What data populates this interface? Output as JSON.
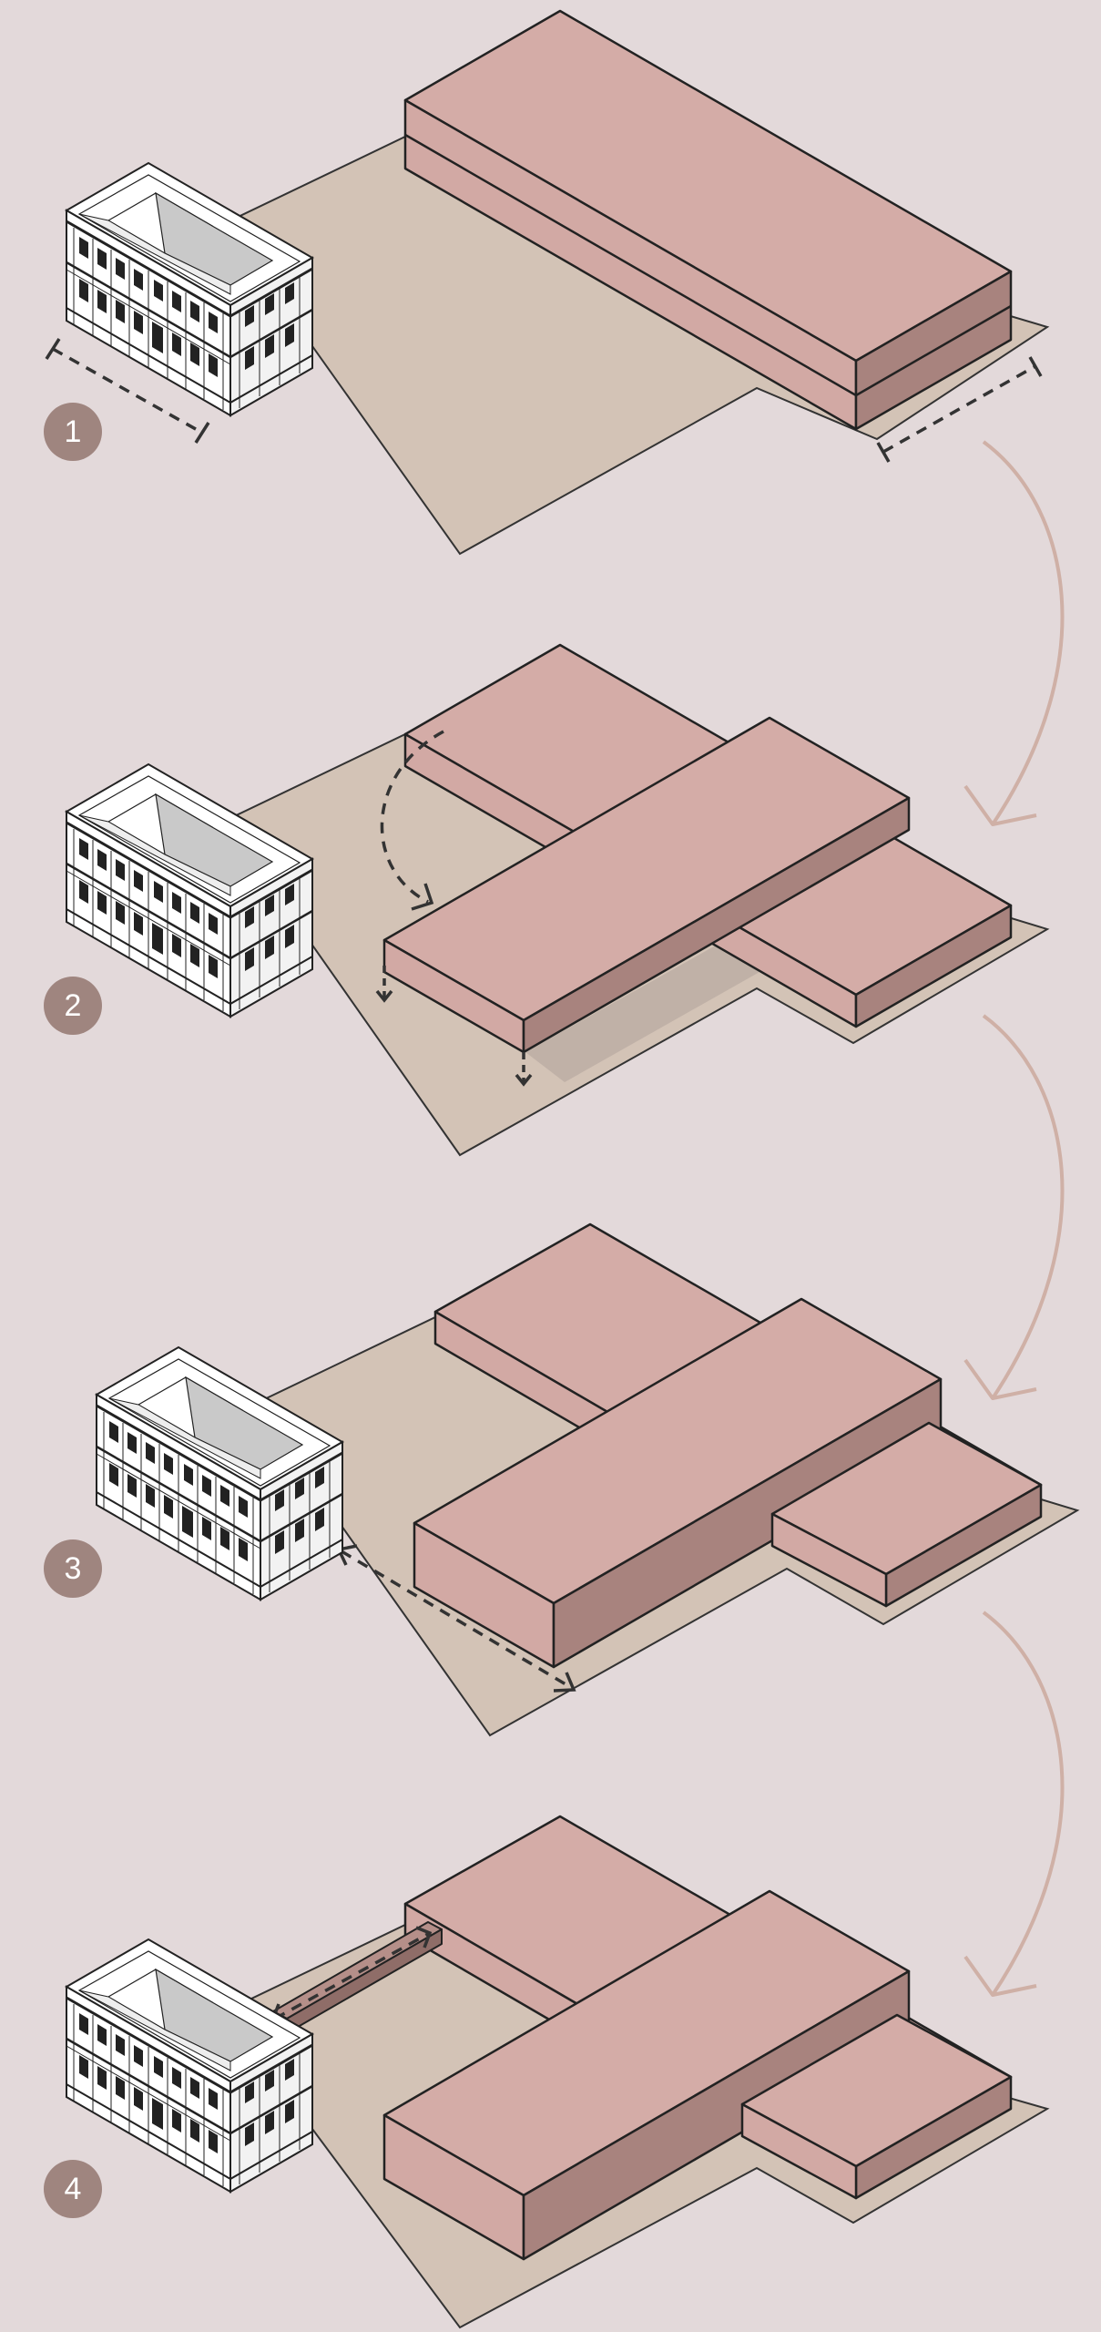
{
  "colors": {
    "background": "#e3d9da",
    "ground": "#d3c3b6",
    "volume_top": "#d4aca7",
    "volume_left": "#d2a9a4",
    "volume_right": "#a8837e",
    "outline": "#222222",
    "shadow": "#bcada4",
    "badge": "#9f857f",
    "arrow": "#cfb0a6",
    "roof": "#c9c9c9",
    "facade": "#ffffff"
  },
  "steps": [
    {
      "number": "1",
      "badge_icon": "step-number-badge-icon"
    },
    {
      "number": "2",
      "badge_icon": "step-number-badge-icon"
    },
    {
      "number": "3",
      "badge_icon": "step-number-badge-icon"
    },
    {
      "number": "4",
      "badge_icon": "step-number-badge-icon"
    }
  ],
  "icons": {
    "existing_building": "classical-building-icon",
    "step_arrow": "curved-arrow-icon",
    "dimension": "dimension-line-icon",
    "move": "dashed-move-arrow-icon"
  }
}
